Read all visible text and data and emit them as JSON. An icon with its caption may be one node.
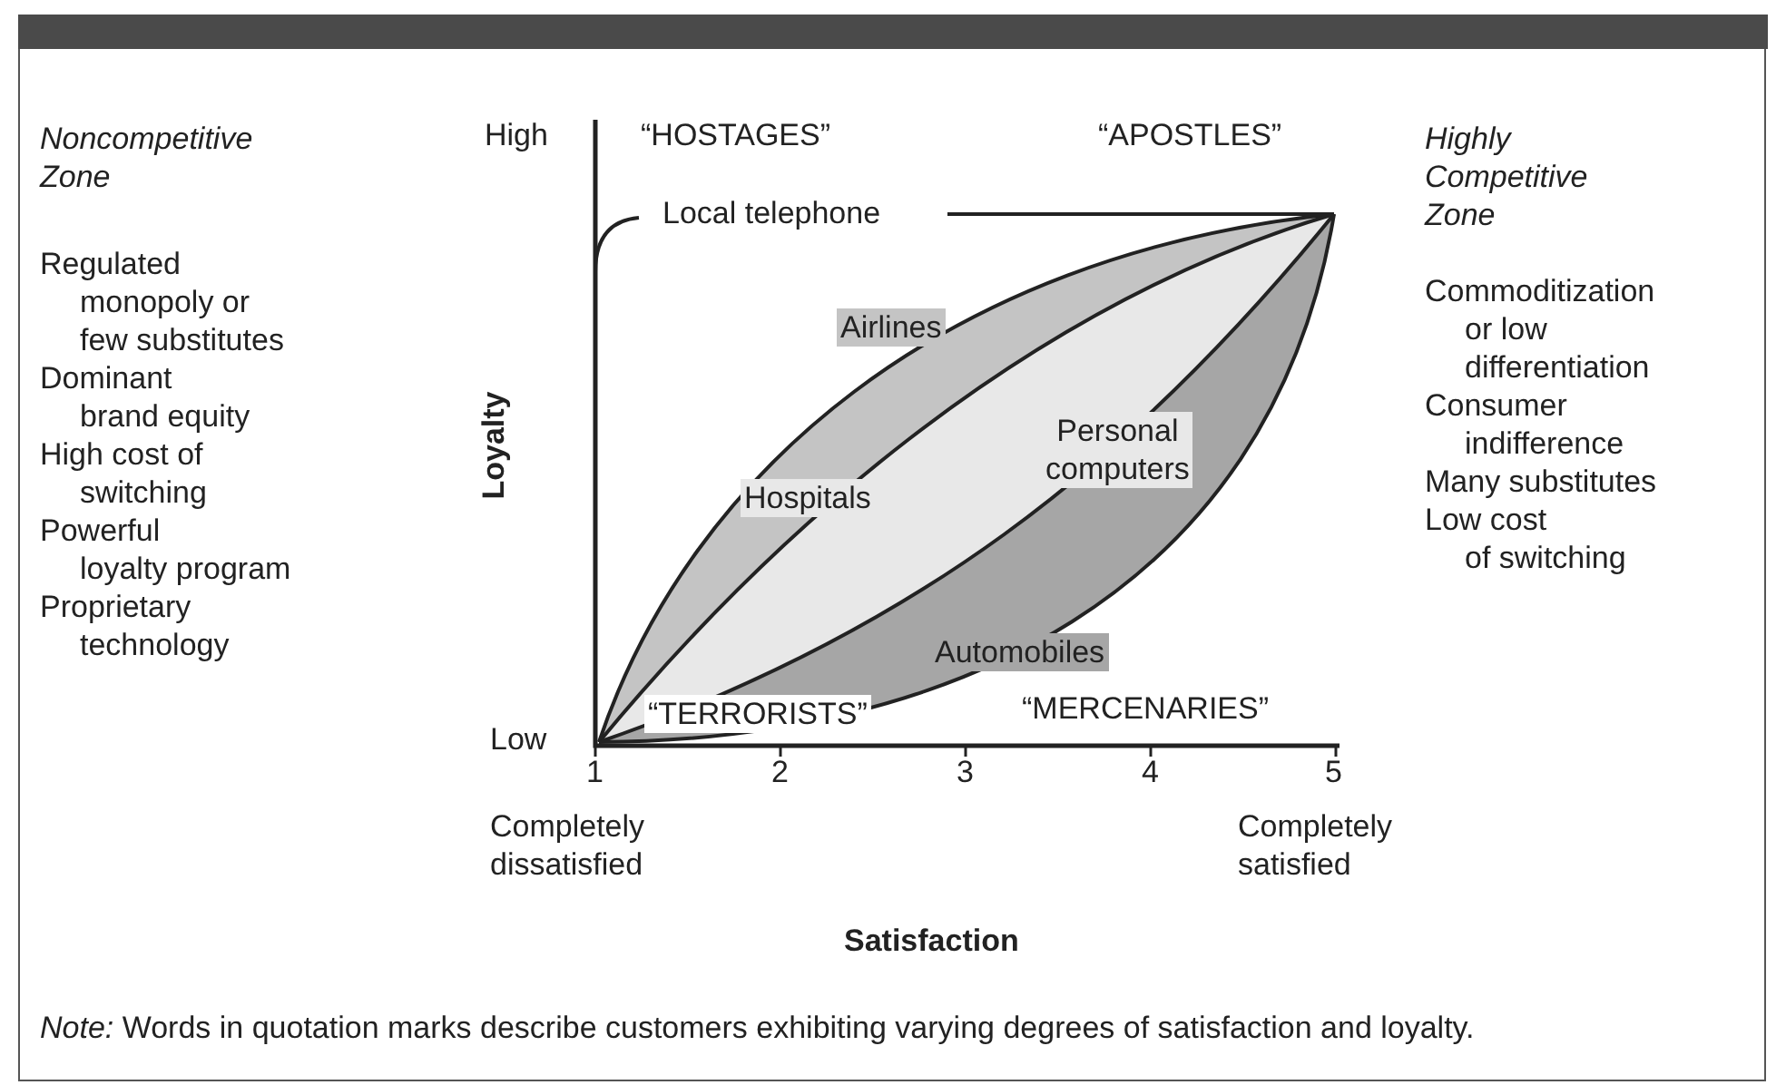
{
  "diagram": {
    "labels": [
      "Noncompetitive Zone",
      "Regulated monopoly or few substitutes",
      "Dominant brand equity",
      "High cost of switching",
      "Powerful loyalty program",
      "Proprietary technology",
      "High",
      "“HOSTAGES”",
      "“APOSTLES”",
      "Highly Competitive Zone",
      "Commoditization or low differentiation",
      "Consumer indifference",
      "Many substitutes",
      "Low cost of switching",
      "Local telephone",
      "Airlines",
      "Loyalty",
      "Personal computers",
      "Hospitals",
      "Automobiles",
      "Low",
      "“TERRORISTS”",
      "“MERCENARIES”",
      "1",
      "2",
      "3",
      "4",
      "5",
      "Completely dissatisfied",
      "Completely satisfied",
      "Satisfaction",
      "*Note:* Words in quotation marks describe customers exhibiting varying degrees of satisfaction and loyalty."
    ]
  }
}
